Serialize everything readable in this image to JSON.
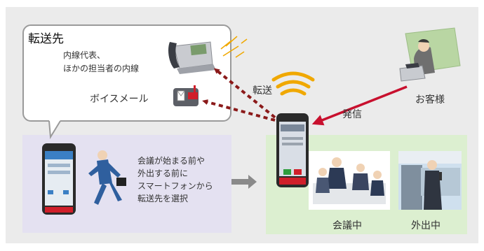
{
  "forwarding": {
    "title": "転送先",
    "line1": "内線代表、",
    "line2": "ほかの担当者の内線",
    "voicemail": "ボイスメール",
    "transfer": "転送"
  },
  "customer": {
    "label": "お客様",
    "call": "発信"
  },
  "instruction": {
    "line1": "会議が始まる前や",
    "line2": "外出する前に",
    "line3": "スマートフォンから",
    "line4": "転送先を選択"
  },
  "status": {
    "meeting": "会議中",
    "outside": "外出中"
  },
  "colors": {
    "arrow_dotted": "#8b1a1a",
    "arrow_call": "#c8102e",
    "arrow_gray": "#8a8a8a",
    "waves": "#f0a800",
    "phone_body": "#2a2a2a",
    "phone_accent": "#d01f2a"
  },
  "icons": [
    "desk-phone-icon",
    "voicemail-icon",
    "smartphone-icon",
    "signal-waves-icon",
    "businessman-icon",
    "meeting-icon",
    "outside-icon",
    "customer-icon"
  ]
}
